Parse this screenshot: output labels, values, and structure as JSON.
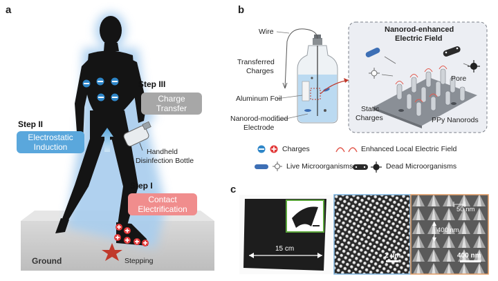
{
  "panels": {
    "a": "a",
    "b": "b",
    "c": "c"
  },
  "panel_a": {
    "ground_label": "Ground",
    "stepping_label": "Stepping",
    "bottle_label_line1": "Handheld",
    "bottle_label_line2": "Disinfection Bottle",
    "steps": [
      {
        "step": "Step I",
        "line1": "Contact",
        "line2": "Electrification",
        "color": "#f08d8d"
      },
      {
        "step": "Step II",
        "line1": "Electrostatic",
        "line2": "Induction",
        "color": "#5aa7dc"
      },
      {
        "step": "Step III",
        "line1": "Charge",
        "line2": "Transfer",
        "color": "#a7a7a7"
      }
    ]
  },
  "panel_b": {
    "wire": "Wire",
    "transferred_line1": "Transferred",
    "transferred_line2": "Charges",
    "aluminum_foil": "Aluminum Foil",
    "electrode_line1": "Nanorod-modified",
    "electrode_line2": "Electrode",
    "inset_title_line1": "Nanorod-enhanced",
    "inset_title_line2": "Electric Field",
    "pore": "Pore",
    "static_line1": "Static",
    "static_line2": "Charges",
    "ppy": "PPy Nanorods",
    "legend": {
      "charges": "Charges",
      "enhanced": "Enhanced Local Electric Field",
      "live": "Live Microorganisms",
      "dead": "Dead Microorganisms"
    }
  },
  "panel_c": {
    "scale_15cm": "15 cm",
    "scale_2um": "2 μm",
    "scale_400nm": "400 nm",
    "height_400nm": "400 nm",
    "width_50nm": "50 nm"
  },
  "colors": {
    "positive": "#e23b3b",
    "negative": "#2f86c8",
    "glow": "#bcd9f0"
  }
}
